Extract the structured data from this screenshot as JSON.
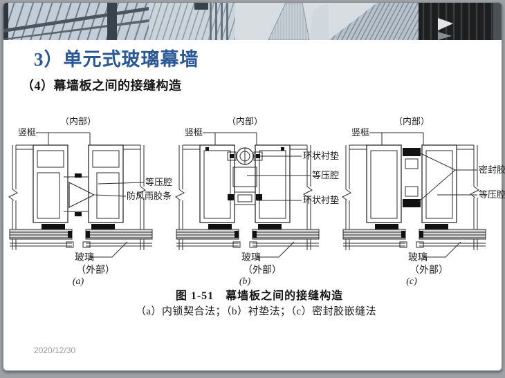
{
  "slide": {
    "title": "3）单元式玻璃幕墙",
    "subtitle": "（4）幕墙板之间的接缝构造",
    "footer_date": "2020/12/30"
  },
  "figure": {
    "caption": "图 1-51　幕墙板之间的接缝构造",
    "subcaption": "（a）内锁契合法；（b）衬垫法；（c）密封胶嵌缝法",
    "diagrams": [
      {
        "letter": "(a)",
        "labels": {
          "mullion": "竖梃",
          "interior": "（内部）",
          "glass": "玻璃",
          "exterior": "（外部）",
          "annotations": [
            "等压腔",
            "防风雨胶条"
          ]
        }
      },
      {
        "letter": "(b)",
        "labels": {
          "mullion": "竖梃",
          "interior": "（内部）",
          "glass": "玻璃",
          "exterior": "（外部）",
          "annotations": [
            "环状衬垫",
            "等压腔",
            "环状衬垫"
          ]
        }
      },
      {
        "letter": "(c)",
        "labels": {
          "mullion": "竖梃",
          "interior": "（内部）",
          "glass": "玻璃",
          "exterior": "（外部）",
          "annotations": [
            "密封胶",
            "等压腔"
          ]
        }
      }
    ]
  },
  "colors": {
    "title_blue": "#2A5896",
    "text_black": "#161616",
    "date_gray": "#9B9B9B",
    "line_ink": "#2b2b2b"
  }
}
